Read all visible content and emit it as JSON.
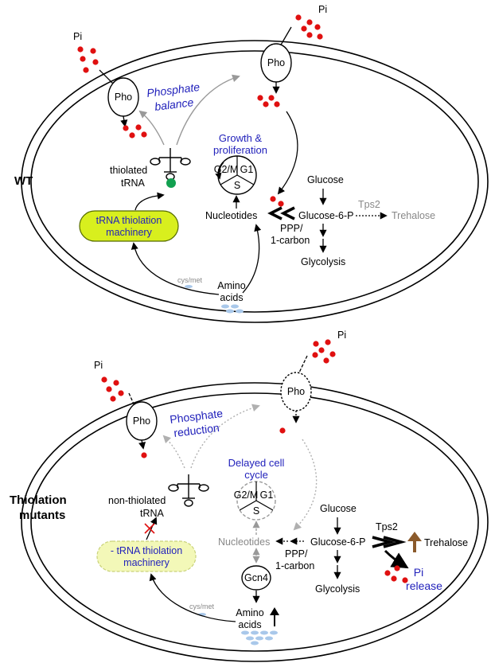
{
  "wt": {
    "label": "WT",
    "pi": "Pi",
    "pho": "Pho",
    "phosphate_balance_1": "Phosphate",
    "phosphate_balance_2": "balance",
    "growth_1": "Growth &",
    "growth_2": "proliferation",
    "cycle_g2m": "G2/M",
    "cycle_g1": "G1",
    "cycle_s": "S",
    "thiolated_1": "thiolated",
    "thiolated_2": "tRNA",
    "machinery_1": "tRNA thiolation",
    "machinery_2": "machinery",
    "nucleotides": "Nucleotides",
    "ppp_1": "PPP/",
    "ppp_2": "1-carbon",
    "glucose": "Glucose",
    "glucose6p": "Glucose-6-P",
    "tps2": "Tps2",
    "trehalose": "Trehalose",
    "glycolysis": "Glycolysis",
    "cysmet": "cys/met",
    "amino_1": "Amino",
    "amino_2": "acids"
  },
  "mut": {
    "label_1": "Thiolation",
    "label_2": "mutants",
    "pi": "Pi",
    "pho": "Pho",
    "reduction_1": "Phosphate",
    "reduction_2": "reduction",
    "delayed_1": "Delayed cell",
    "delayed_2": "cycle",
    "cycle_g2m": "G2/M",
    "cycle_g1": "G1",
    "cycle_s": "S",
    "nonthiolated_1": "non-thiolated",
    "nonthiolated_2": "tRNA",
    "machinery_1": "- tRNA thiolation",
    "machinery_2": "machinery",
    "nucleotides": "Nucleotides",
    "ppp_1": "PPP/",
    "ppp_2": "1-carbon",
    "glucose": "Glucose",
    "glucose6p": "Glucose-6-P",
    "tps2": "Tps2",
    "trehalose": "Trehalose",
    "pi_release_1": "Pi",
    "pi_release_2": "release",
    "glycolysis": "Glycolysis",
    "gcn4": "Gcn4",
    "cysmet": "cys/met",
    "amino_1": "Amino",
    "amino_2": "acids"
  },
  "colors": {
    "phosphate": "#e01010",
    "machinery_fill": "#d8ef1e",
    "machinery_fill_faded": "#f3f8b8",
    "sulfur": "#12a050",
    "label_blue": "#2222bb",
    "trehalose_arrow": "#8b5a2b",
    "amino_acid_drops": "#a9c8ea"
  }
}
